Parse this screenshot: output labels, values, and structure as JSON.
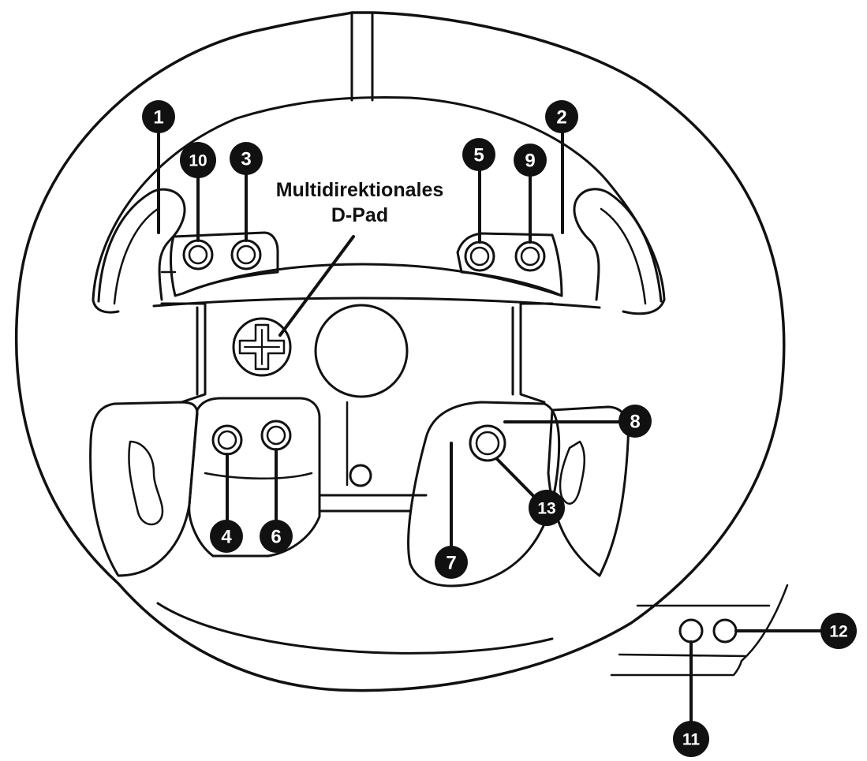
{
  "dpad_label": {
    "line1": "Multidirektionales",
    "line2": "D-Pad"
  },
  "callouts": [
    {
      "id": "b1",
      "label": "1"
    },
    {
      "id": "b2",
      "label": "2"
    },
    {
      "id": "b3",
      "label": "3"
    },
    {
      "id": "b4",
      "label": "4"
    },
    {
      "id": "b5",
      "label": "5"
    },
    {
      "id": "b6",
      "label": "6"
    },
    {
      "id": "b7",
      "label": "7"
    },
    {
      "id": "b8",
      "label": "8"
    },
    {
      "id": "b9",
      "label": "9"
    },
    {
      "id": "b10",
      "label": "10"
    },
    {
      "id": "b11",
      "label": "11"
    },
    {
      "id": "b12",
      "label": "12"
    },
    {
      "id": "b13",
      "label": "13"
    }
  ]
}
